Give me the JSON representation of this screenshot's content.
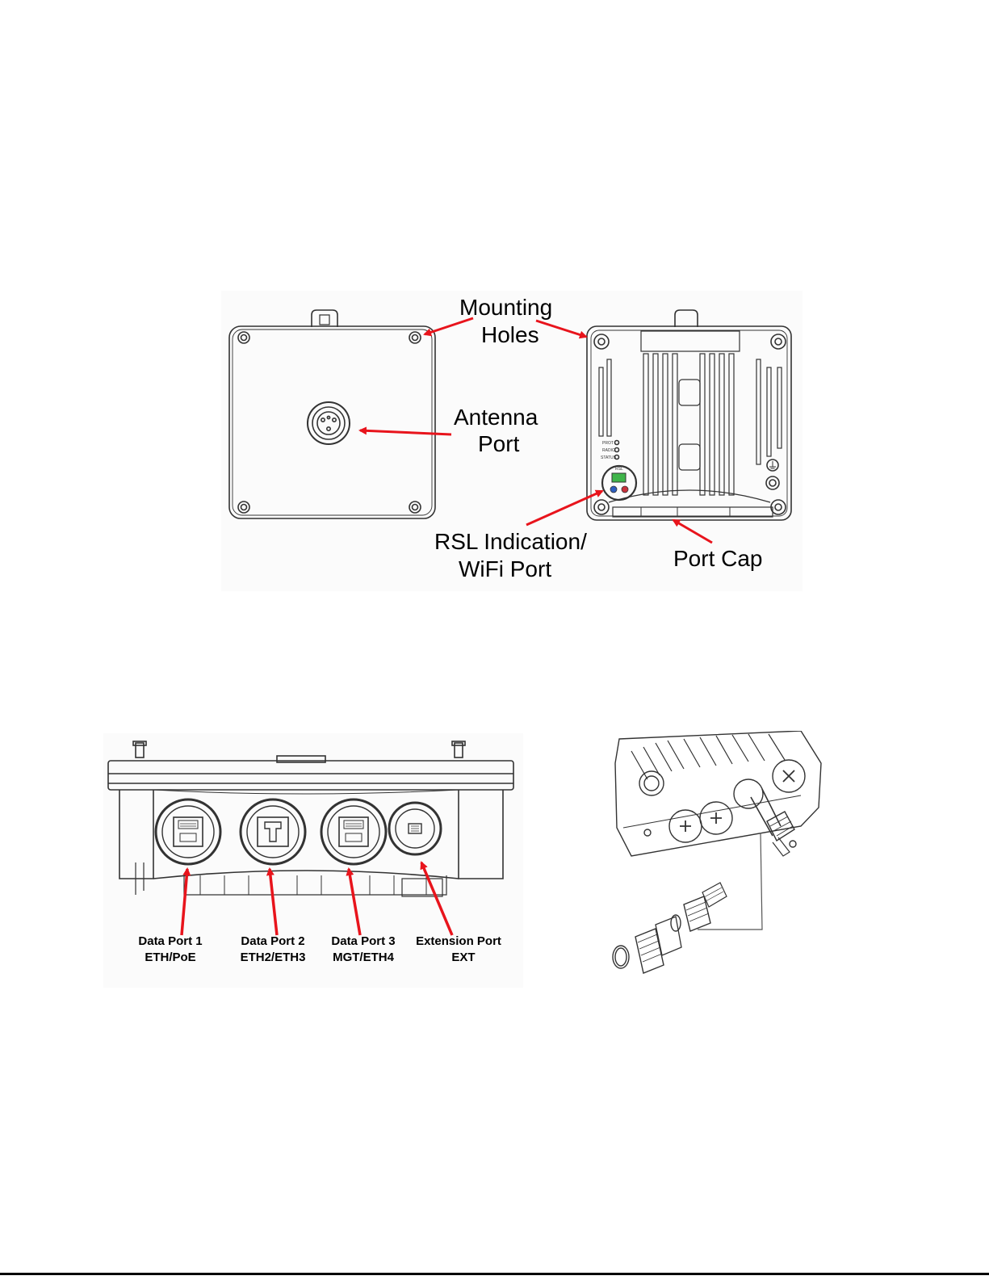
{
  "figure1": {
    "callouts": {
      "mounting_holes": [
        "Mounting",
        "Holes"
      ],
      "antenna_port": [
        "Antenna",
        "Port"
      ],
      "rsl_wifi": [
        "RSL Indication/",
        "WiFi Port"
      ],
      "port_cap": "Port Cap"
    },
    "led_labels": [
      "PROT",
      "RADIO",
      "STATUS"
    ],
    "rsl_label": "RSL"
  },
  "figure2": {
    "ports": [
      {
        "name": "Data Port 1",
        "sub": "ETH/PoE"
      },
      {
        "name": "Data Port 2",
        "sub": "ETH2/ETH3"
      },
      {
        "name": "Data Port 3",
        "sub": "MGT/ETH4"
      },
      {
        "name": "Extension Port",
        "sub": "EXT"
      }
    ]
  },
  "colors": {
    "arrow": "#e8141c",
    "line": "#333333",
    "rsl_green": "#3fb54a",
    "rsl_blue": "#2e5fbf",
    "rsl_red": "#c8323c"
  }
}
